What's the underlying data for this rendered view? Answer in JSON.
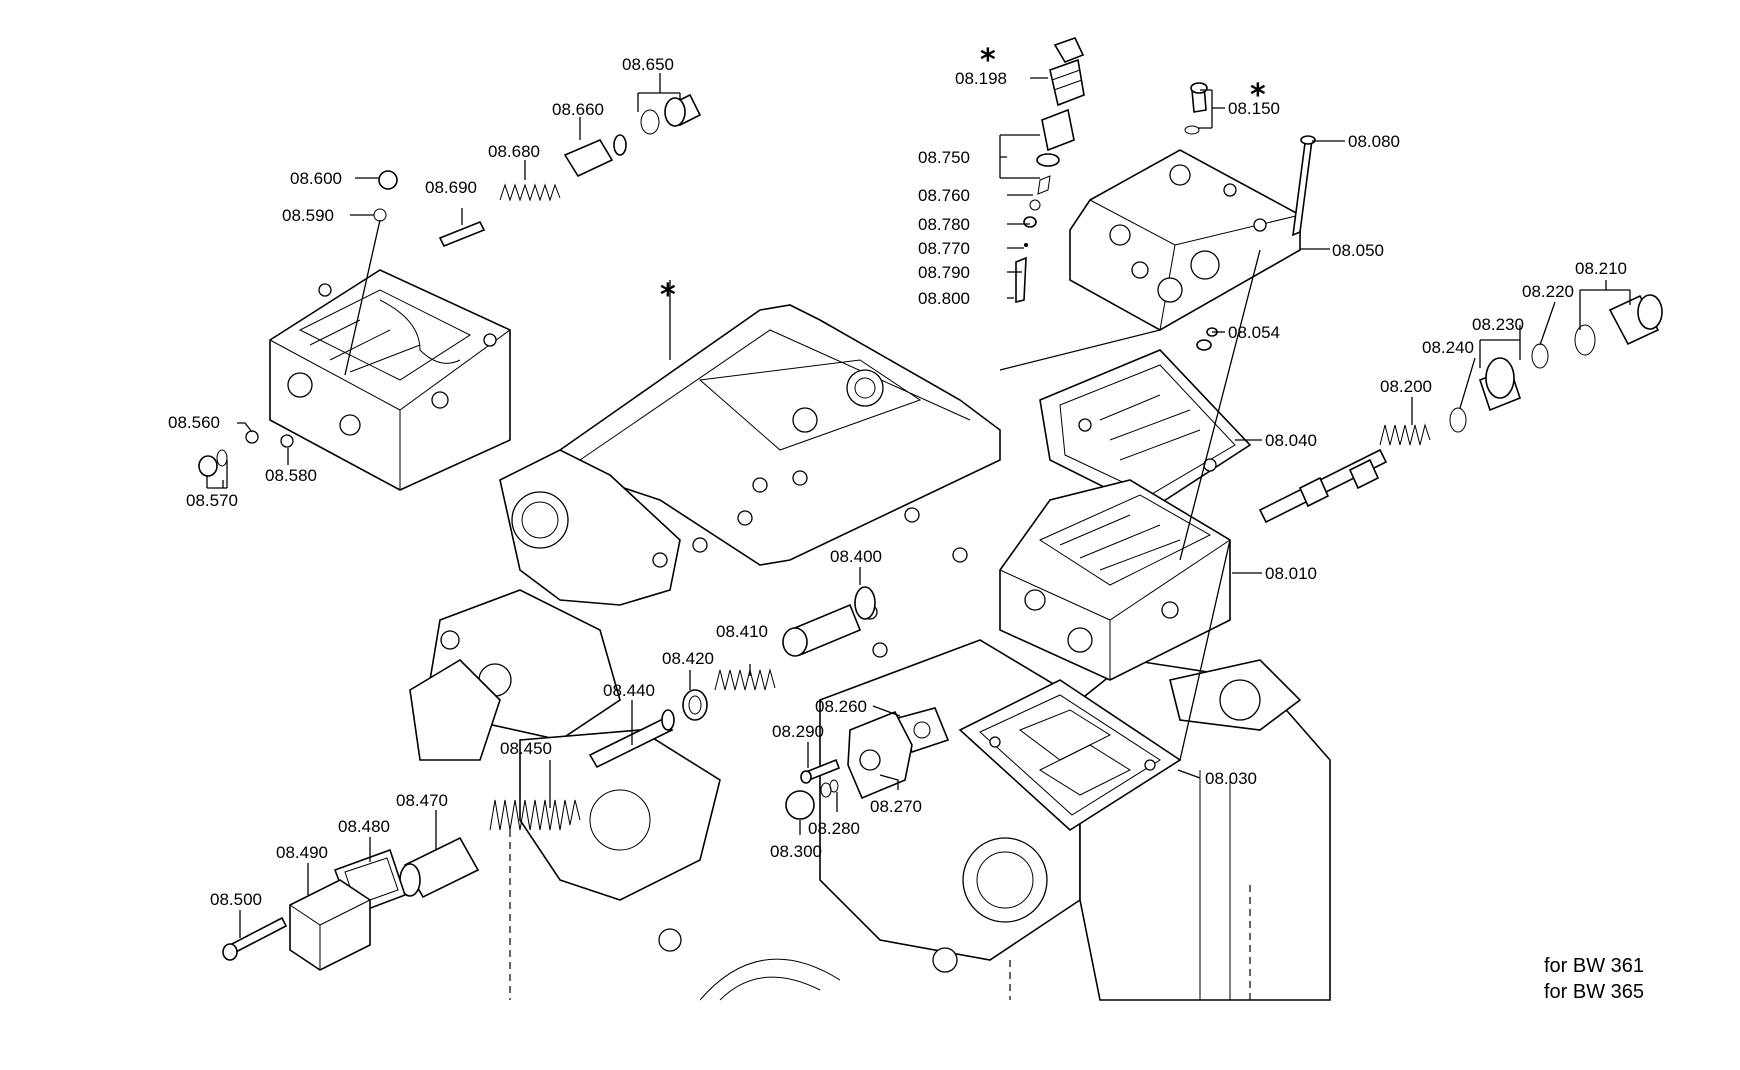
{
  "labels": {
    "l08650": "08.650",
    "l08660": "08.660",
    "l08680": "08.680",
    "l08690": "08.690",
    "l08600": "08.600",
    "l08590": "08.590",
    "l08560": "08.560",
    "l08570": "08.570",
    "l08580": "08.580",
    "l08198": "08.198",
    "l08750": "08.750",
    "l08760": "08.760",
    "l08780": "08.780",
    "l08770": "08.770",
    "l08790": "08.790",
    "l08800": "08.800",
    "l08150": "08.150",
    "l08080": "08.080",
    "l08050": "08.050",
    "l08054": "08.054",
    "l08040": "08.040",
    "l08010": "08.010",
    "l08030": "08.030",
    "l08210": "08.210",
    "l08220": "08.220",
    "l08230": "08.230",
    "l08240": "08.240",
    "l08200": "08.200",
    "l08400": "08.400",
    "l08410": "08.410",
    "l08420": "08.420",
    "l08440": "08.440",
    "l08450": "08.450",
    "l08470": "08.470",
    "l08480": "08.480",
    "l08490": "08.490",
    "l08500": "08.500",
    "l08260": "08.260",
    "l08290": "08.290",
    "l08270": "08.270",
    "l08280": "08.280",
    "l08300": "08.300"
  },
  "markers": {
    "asterisk": "*"
  },
  "notes": {
    "line1": "for BW 361",
    "line2": "for BW 365"
  }
}
